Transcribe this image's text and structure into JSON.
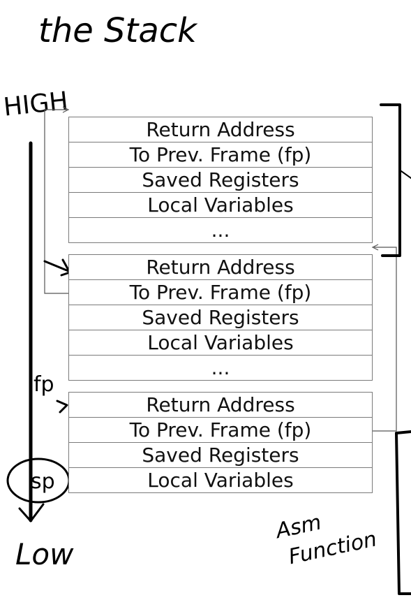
{
  "title": "the Stack",
  "labels": {
    "high": "HIGH",
    "low": "Low",
    "fp": "fp",
    "sp": "sp",
    "asm_function": "Asm Function"
  },
  "frames": [
    {
      "rows": [
        "Return Address",
        "To Prev. Frame (fp)",
        "Saved Registers",
        "Local Variables",
        "..."
      ]
    },
    {
      "rows": [
        "Return Address",
        "To Prev. Frame (fp)",
        "Saved Registers",
        "Local Variables",
        "..."
      ]
    },
    {
      "rows": [
        "Return Address",
        "To Prev. Frame (fp)",
        "Saved Registers",
        "Local Variables"
      ]
    }
  ]
}
